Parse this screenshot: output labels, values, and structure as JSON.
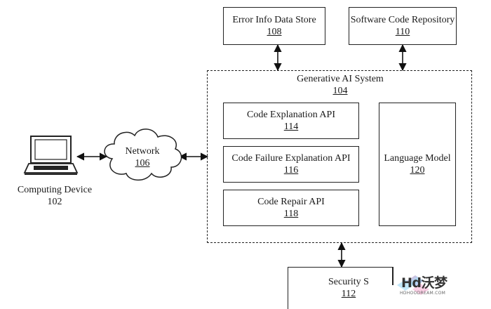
{
  "error_store": {
    "label": "Error Info Data Store",
    "number": "108"
  },
  "code_repo": {
    "label": "Software Code Repository",
    "number": "110"
  },
  "gen_ai": {
    "label": "Generative AI System",
    "number": "104"
  },
  "code_explanation_api": {
    "label": "Code Explanation API",
    "number": "114"
  },
  "code_failure_api": {
    "label": "Code Failure Explanation API",
    "number": "116"
  },
  "code_repair_api": {
    "label": "Code Repair API",
    "number": "118"
  },
  "language_model": {
    "label": "Language Model",
    "number": "120"
  },
  "network": {
    "label": "Network",
    "number": "106"
  },
  "computing_device": {
    "label": "Computing Device",
    "number": "102"
  },
  "security": {
    "label": "Security S",
    "number": "112"
  },
  "watermark": {
    "text": "Hd沃梦",
    "sub": "HDHOODREAM.COM"
  }
}
